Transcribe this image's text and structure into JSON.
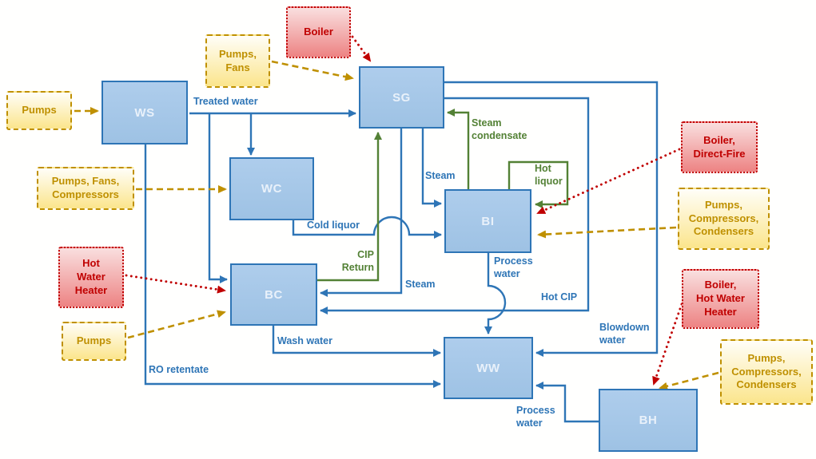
{
  "diagram": {
    "type": "process-flow-diagram",
    "colors": {
      "process_box_fill": "#A6C7E8",
      "process_box_border": "#2E75B6",
      "water_flow_line": "#2E75B6",
      "cip_steam_condensate_line": "#538135",
      "electric_equipment": "#BF9000",
      "thermal_equipment": "#C00000",
      "electric_fill": "#FBE58C",
      "thermal_fill": "#ED8383"
    }
  },
  "nodes": {
    "WS": {
      "label": "WS"
    },
    "WC": {
      "label": "WC"
    },
    "SG": {
      "label": "SG"
    },
    "BI": {
      "label": "BI"
    },
    "BC": {
      "label": "BC"
    },
    "WW": {
      "label": "WW"
    },
    "BH": {
      "label": "BH"
    }
  },
  "equipment": {
    "pumps_ws": {
      "label": "Pumps"
    },
    "pumps_fans_sg": {
      "label": "Pumps,\nFans"
    },
    "boiler_sg": {
      "label": "Boiler"
    },
    "pumps_fans_compressors_wc": {
      "label": "Pumps, Fans,\nCompressors"
    },
    "boiler_direct_fire_bi": {
      "label": "Boiler,\nDirect-Fire"
    },
    "pumps_compressors_condensers_bi": {
      "label": "Pumps,\nCompressors,\nCondensers"
    },
    "hot_water_heater_bc": {
      "label": "Hot\nWater\nHeater"
    },
    "pumps_bc": {
      "label": "Pumps"
    },
    "boiler_hot_water_heater_bh": {
      "label": "Boiler,\nHot Water\nHeater"
    },
    "pumps_compressors_condensers_bh": {
      "label": "Pumps,\nCompressors,\nCondensers"
    }
  },
  "flows": {
    "treated_water": {
      "label": "Treated water"
    },
    "steam_condensate": {
      "label": "Steam\ncondensate"
    },
    "steam_to_bi": {
      "label": "Steam"
    },
    "hot_liquor": {
      "label": "Hot\nliquor"
    },
    "cold_liquor": {
      "label": "Cold liquor"
    },
    "cip_return": {
      "label": "CIP\nReturn"
    },
    "steam_to_bc": {
      "label": "Steam"
    },
    "process_water_bi": {
      "label": "Process\nwater"
    },
    "hot_cip": {
      "label": "Hot CIP"
    },
    "blowdown_water": {
      "label": "Blowdown\nwater"
    },
    "wash_water": {
      "label": "Wash water"
    },
    "ro_retentate": {
      "label": "RO retentate"
    },
    "process_water_bh": {
      "label": "Process\nwater"
    }
  }
}
